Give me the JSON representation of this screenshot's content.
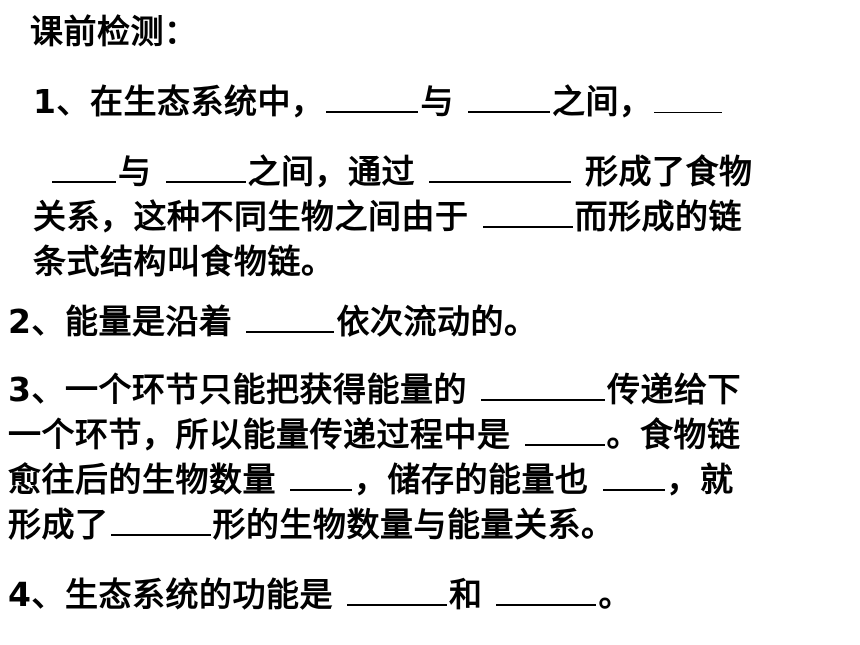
{
  "slide": {
    "title": "课前检测：",
    "q1": {
      "num": "1",
      "l1a": "、在生态系统中，",
      "l1b": "与",
      "l1c": "之间，",
      "l2a": "与",
      "l2b": "之间，通过",
      "l2c": "形成了食物",
      "l3a": "关系，这种不同生物之间由于",
      "l3b": "而形成的链",
      "l4": "条式结构叫食物链。"
    },
    "q2": {
      "num": "2",
      "a": "、能量是沿着",
      "b": "依次流动的。"
    },
    "q3": {
      "num": "3",
      "l1a": "、一个环节只能把获得能量的",
      "l1b": "传递给下",
      "l2a": "一个环节，所以能量传递过程中是",
      "l2b": "。食物链",
      "l3a": "愈往后的生物数量",
      "l3b": "，储存的能量也",
      "l3c": "，就",
      "l4a": "形成了",
      "l4b": "形的生物数量与能量关系。"
    },
    "q4": {
      "num": "4",
      "a": "、生态系统的功能是",
      "b": "和",
      "c": "。"
    }
  }
}
